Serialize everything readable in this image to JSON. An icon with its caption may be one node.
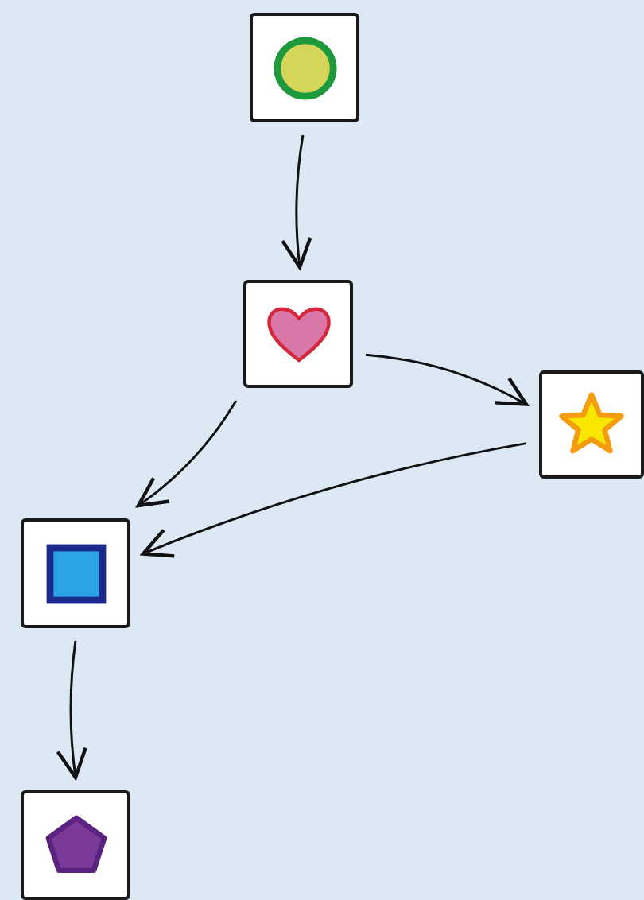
{
  "diagram": {
    "nodes": [
      {
        "text": [],
        "shape": "picture"
      },
      {
        "text": [],
        "shape": "picture"
      },
      {
        "text": [],
        "shape": "picture"
      },
      {
        "text": [],
        "shape": "picture"
      },
      {
        "text": [],
        "shape": "picture"
      }
    ],
    "edges": [
      {
        "from": 0,
        "to": 1,
        "arrow": "to"
      },
      {
        "from": 1,
        "to": 3,
        "arrow": "to"
      },
      {
        "from": 1,
        "to": 2,
        "arrow": "to"
      },
      {
        "from": 2,
        "to": 3,
        "arrow": "to"
      },
      {
        "from": 3,
        "to": 4,
        "arrow": "to"
      }
    ]
  }
}
